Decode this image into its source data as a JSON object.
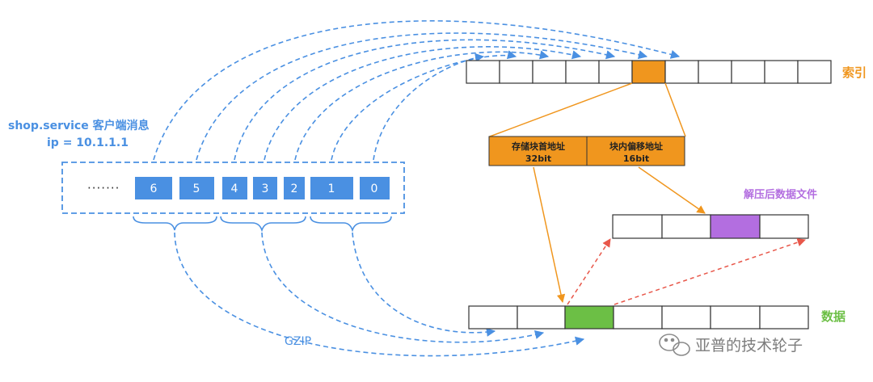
{
  "client": {
    "title": "shop.service 客户端消息",
    "ip": "ip = 10.1.1.1",
    "ellipsis": "·······",
    "messages": [
      "6",
      "5",
      "4",
      "3",
      "2",
      "1",
      "0"
    ]
  },
  "labels": {
    "index": "索引",
    "decompressed": "解压后数据文件",
    "data": "数据",
    "gzip": "GZIP"
  },
  "entry": {
    "field1_title": "存储块首地址",
    "field1_size": "32bit",
    "field2_title": "块内偏移地址",
    "field2_size": "16bit"
  },
  "watermark": "亚普的技术轮子",
  "colors": {
    "blue": "#4a90e2",
    "orange": "#f0961e",
    "green": "#6cbf45",
    "purple": "#b36ee0",
    "red": "#e8574a"
  }
}
